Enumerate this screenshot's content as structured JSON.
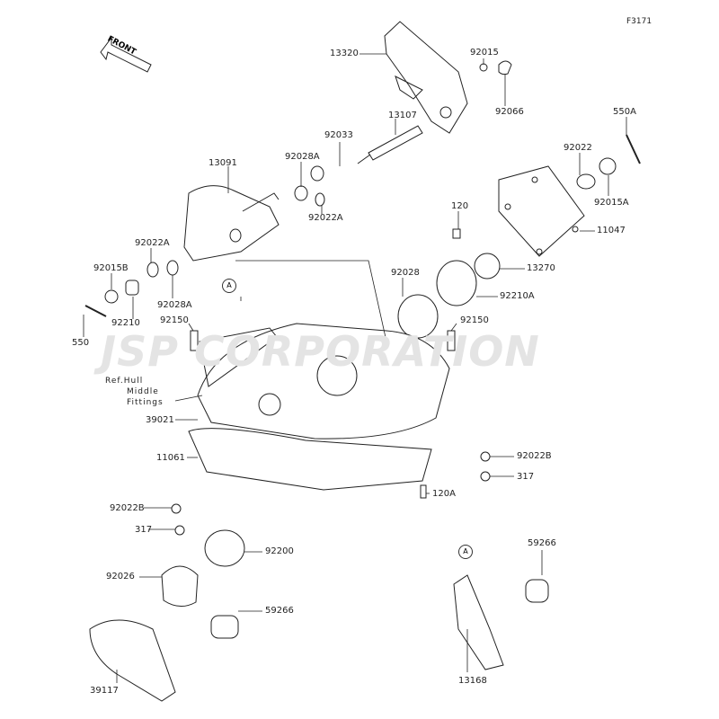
{
  "diagram_id": "F3171",
  "watermark": "JSP CORPORATION",
  "front_arrow": "FRONT",
  "ref_note": [
    "Ref.Hull",
    "Middle",
    "Fittings"
  ],
  "ref_markers": [
    "A",
    "A"
  ],
  "parts": {
    "p13320": "13320",
    "p92015": "92015",
    "p92066": "92066",
    "p13107": "13107",
    "p92033": "92033",
    "p92028A_top": "92028A",
    "p13091": "13091",
    "p92022A_top": "92022A",
    "p92022": "92022",
    "p550A": "550A",
    "p92015A": "92015A",
    "p11047": "11047",
    "p120": "120",
    "p13270": "13270",
    "p92210A": "92210A",
    "p92028": "92028",
    "p92022A_left": "92022A",
    "p92015B": "92015B",
    "p92028A_left": "92028A",
    "p92210": "92210",
    "p550": "550",
    "p92150_left": "92150",
    "p92150_right": "92150",
    "p39021": "39021",
    "p11061": "11061",
    "p92022B_right": "92022B",
    "p317_right": "317",
    "p120A": "120A",
    "p92022B_left": "92022B",
    "p317_left": "317",
    "p92200": "92200",
    "p92026": "92026",
    "p59266_left": "59266",
    "p59266_right": "59266",
    "p13168": "13168",
    "p39117": "39117"
  }
}
